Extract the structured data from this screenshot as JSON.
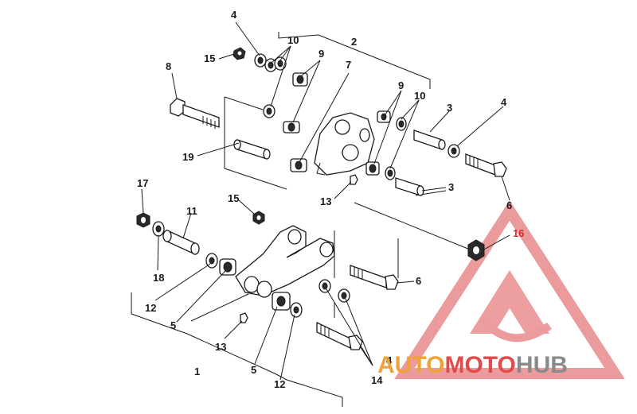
{
  "diagram": {
    "callouts": {
      "c1": "1",
      "c2": "2",
      "c3a": "3",
      "c3b": "3",
      "c4a": "4",
      "c4b": "4",
      "c4c": "4",
      "c5a": "5",
      "c5b": "5",
      "c6a": "6",
      "c6b": "6",
      "c7": "7",
      "c8": "8",
      "c9a": "9",
      "c9b": "9",
      "c10a": "10",
      "c10b": "10",
      "c11": "11",
      "c12a": "12",
      "c12b": "12",
      "c13a": "13",
      "c13b": "13",
      "c14": "14",
      "c15a": "15",
      "c15b": "15",
      "c16": "16",
      "c17": "17",
      "c18": "18",
      "c19": "19"
    }
  },
  "watermark": {
    "word_part1": "AUTO",
    "word_part2": "MOTO",
    "word_part3": "HUB",
    "colors": {
      "orange": "#f0a23a",
      "red": "#e24b4b",
      "gray": "#8a8a8a"
    }
  }
}
